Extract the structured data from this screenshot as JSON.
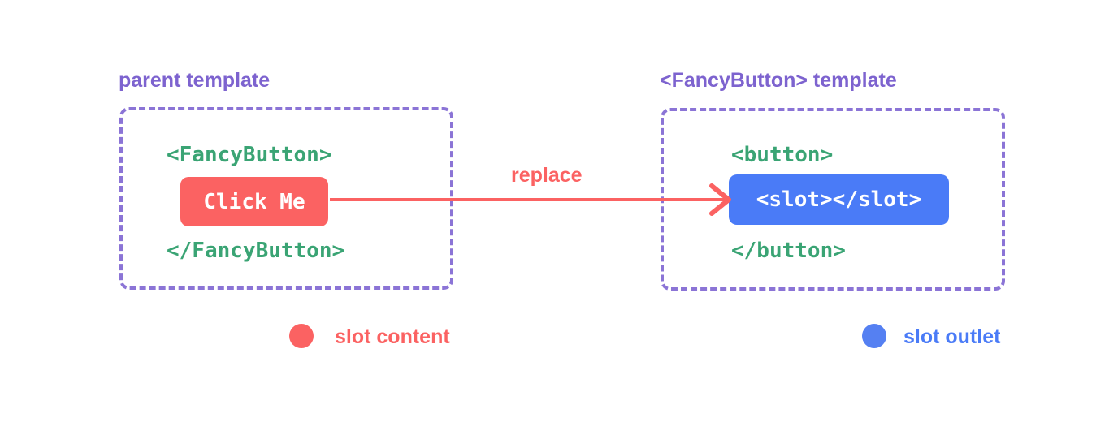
{
  "diagram": {
    "title_context": "slot replacement diagram",
    "left_panel": {
      "heading": "parent template",
      "code_open": "<FancyButton>",
      "button_label": "Click Me",
      "code_close": "</FancyButton>"
    },
    "right_panel": {
      "heading": "<FancyButton> template",
      "code_open": "<button>",
      "slot_box_label": "<slot></slot>",
      "code_close": "</button>"
    },
    "arrow": {
      "label": "replace",
      "direction": "left-to-right"
    },
    "legend": [
      {
        "swatch_color": "#fb6262",
        "label": "slot content"
      },
      {
        "swatch_color": "#4a7bf7",
        "label": "slot outlet"
      }
    ],
    "colors": {
      "background": "#ffffff",
      "heading_purple": "#7d63cf",
      "dashed_border_purple": "#8b74d6",
      "code_green": "#3aa474",
      "slot_content_red": "#fb6262",
      "slot_outlet_blue": "#4a7bf7",
      "pill_text_white": "#ffffff"
    }
  }
}
